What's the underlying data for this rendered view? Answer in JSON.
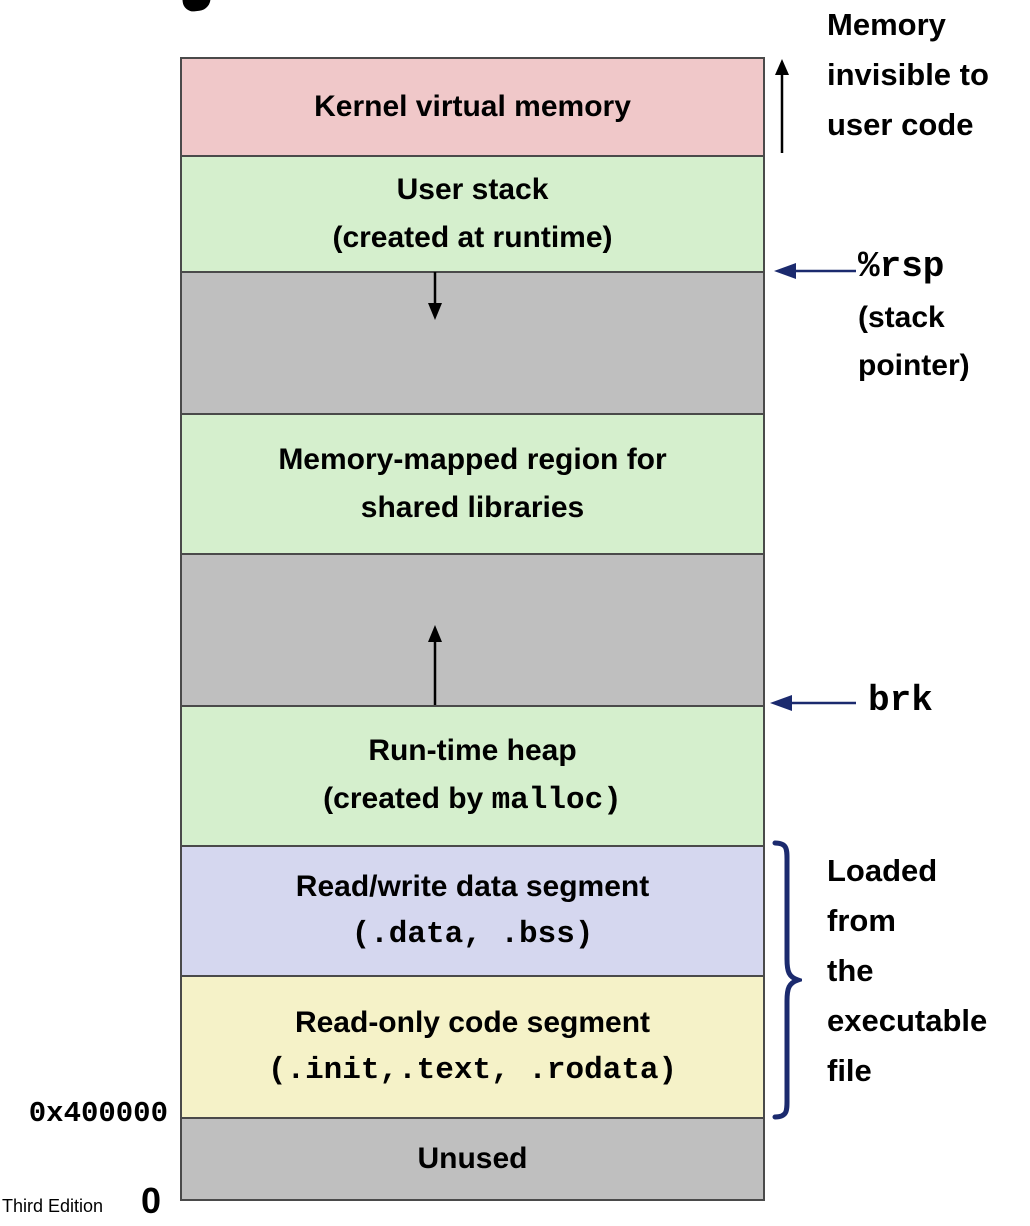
{
  "colors": {
    "kernel_fill": "#f0c8c9",
    "green_fill": "#d5efcd",
    "gray_fill": "#bfbfbf",
    "data_fill": "#d5d7ef",
    "code_fill": "#f5f2c8",
    "box_border": "#4a4a4a",
    "pointer_navy": "#1b2a6e",
    "text_black": "#000000"
  },
  "segments": {
    "kernel": {
      "line1": "Kernel virtual memory"
    },
    "user_stack": {
      "line1": "User stack",
      "line2": "(created at runtime)"
    },
    "mmap": {
      "line1": "Memory-mapped region for",
      "line2": "shared libraries"
    },
    "heap": {
      "line1": "Run-time heap",
      "line2_sans": "(created by ",
      "line2_mono": "malloc)"
    },
    "data_seg": {
      "line1": "Read/write data segment",
      "line2_mono": "(.data, .bss)"
    },
    "code_seg": {
      "line1": "Read-only code segment",
      "line2_mono": "(.init,.text, .rodata)"
    },
    "unused": {
      "line1": "Unused"
    }
  },
  "annotations": {
    "memory_invisible": {
      "line1": "Memory",
      "line2": "invisible to",
      "line3": "user code"
    },
    "rsp": {
      "register": "%rsp",
      "sub_line1": "(stack",
      "sub_line2": "pointer)"
    },
    "brk": {
      "label": "brk"
    },
    "loaded": {
      "line1": "Loaded",
      "line2": "from",
      "line3": "the",
      "line4": "executable",
      "line5": "file"
    },
    "addresses": {
      "code_start": "0x400000",
      "zero": "0"
    },
    "footer": "Third Edition"
  }
}
